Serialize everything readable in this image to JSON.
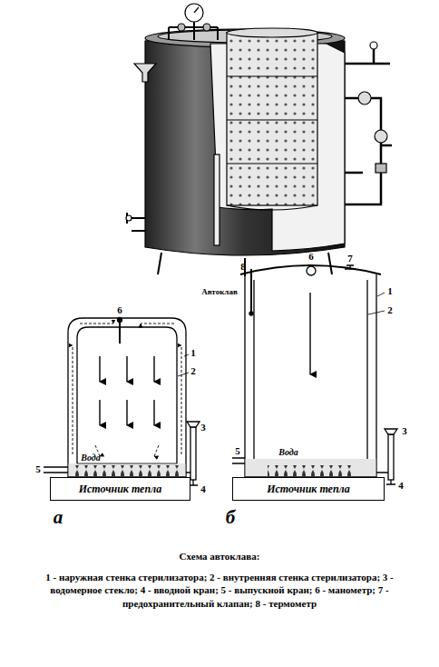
{
  "diagram": {
    "caption": "Схема автоклава:",
    "nodes": [
      {
        "text": [
          "Источник тепла"
        ]
      },
      {
        "text": [
          "Источник тепла"
        ]
      }
    ],
    "labels": [
      "Автоклав",
      "6",
      "1",
      "2",
      "3",
      "5",
      "4",
      "Вода",
      "а",
      "8",
      "6",
      "7",
      "1",
      "2",
      "3",
      "5",
      "4",
      "Вода",
      "б",
      "1 - наружная стенка стерилизатора; 2 - внутренняя стенка стерилизатора; 3 - водомерное стекло; 4 - вводной кран; 5 - выпускной кран; 6 - манометр; 7 - предохранительный клапан; 8 - термометр"
    ]
  }
}
